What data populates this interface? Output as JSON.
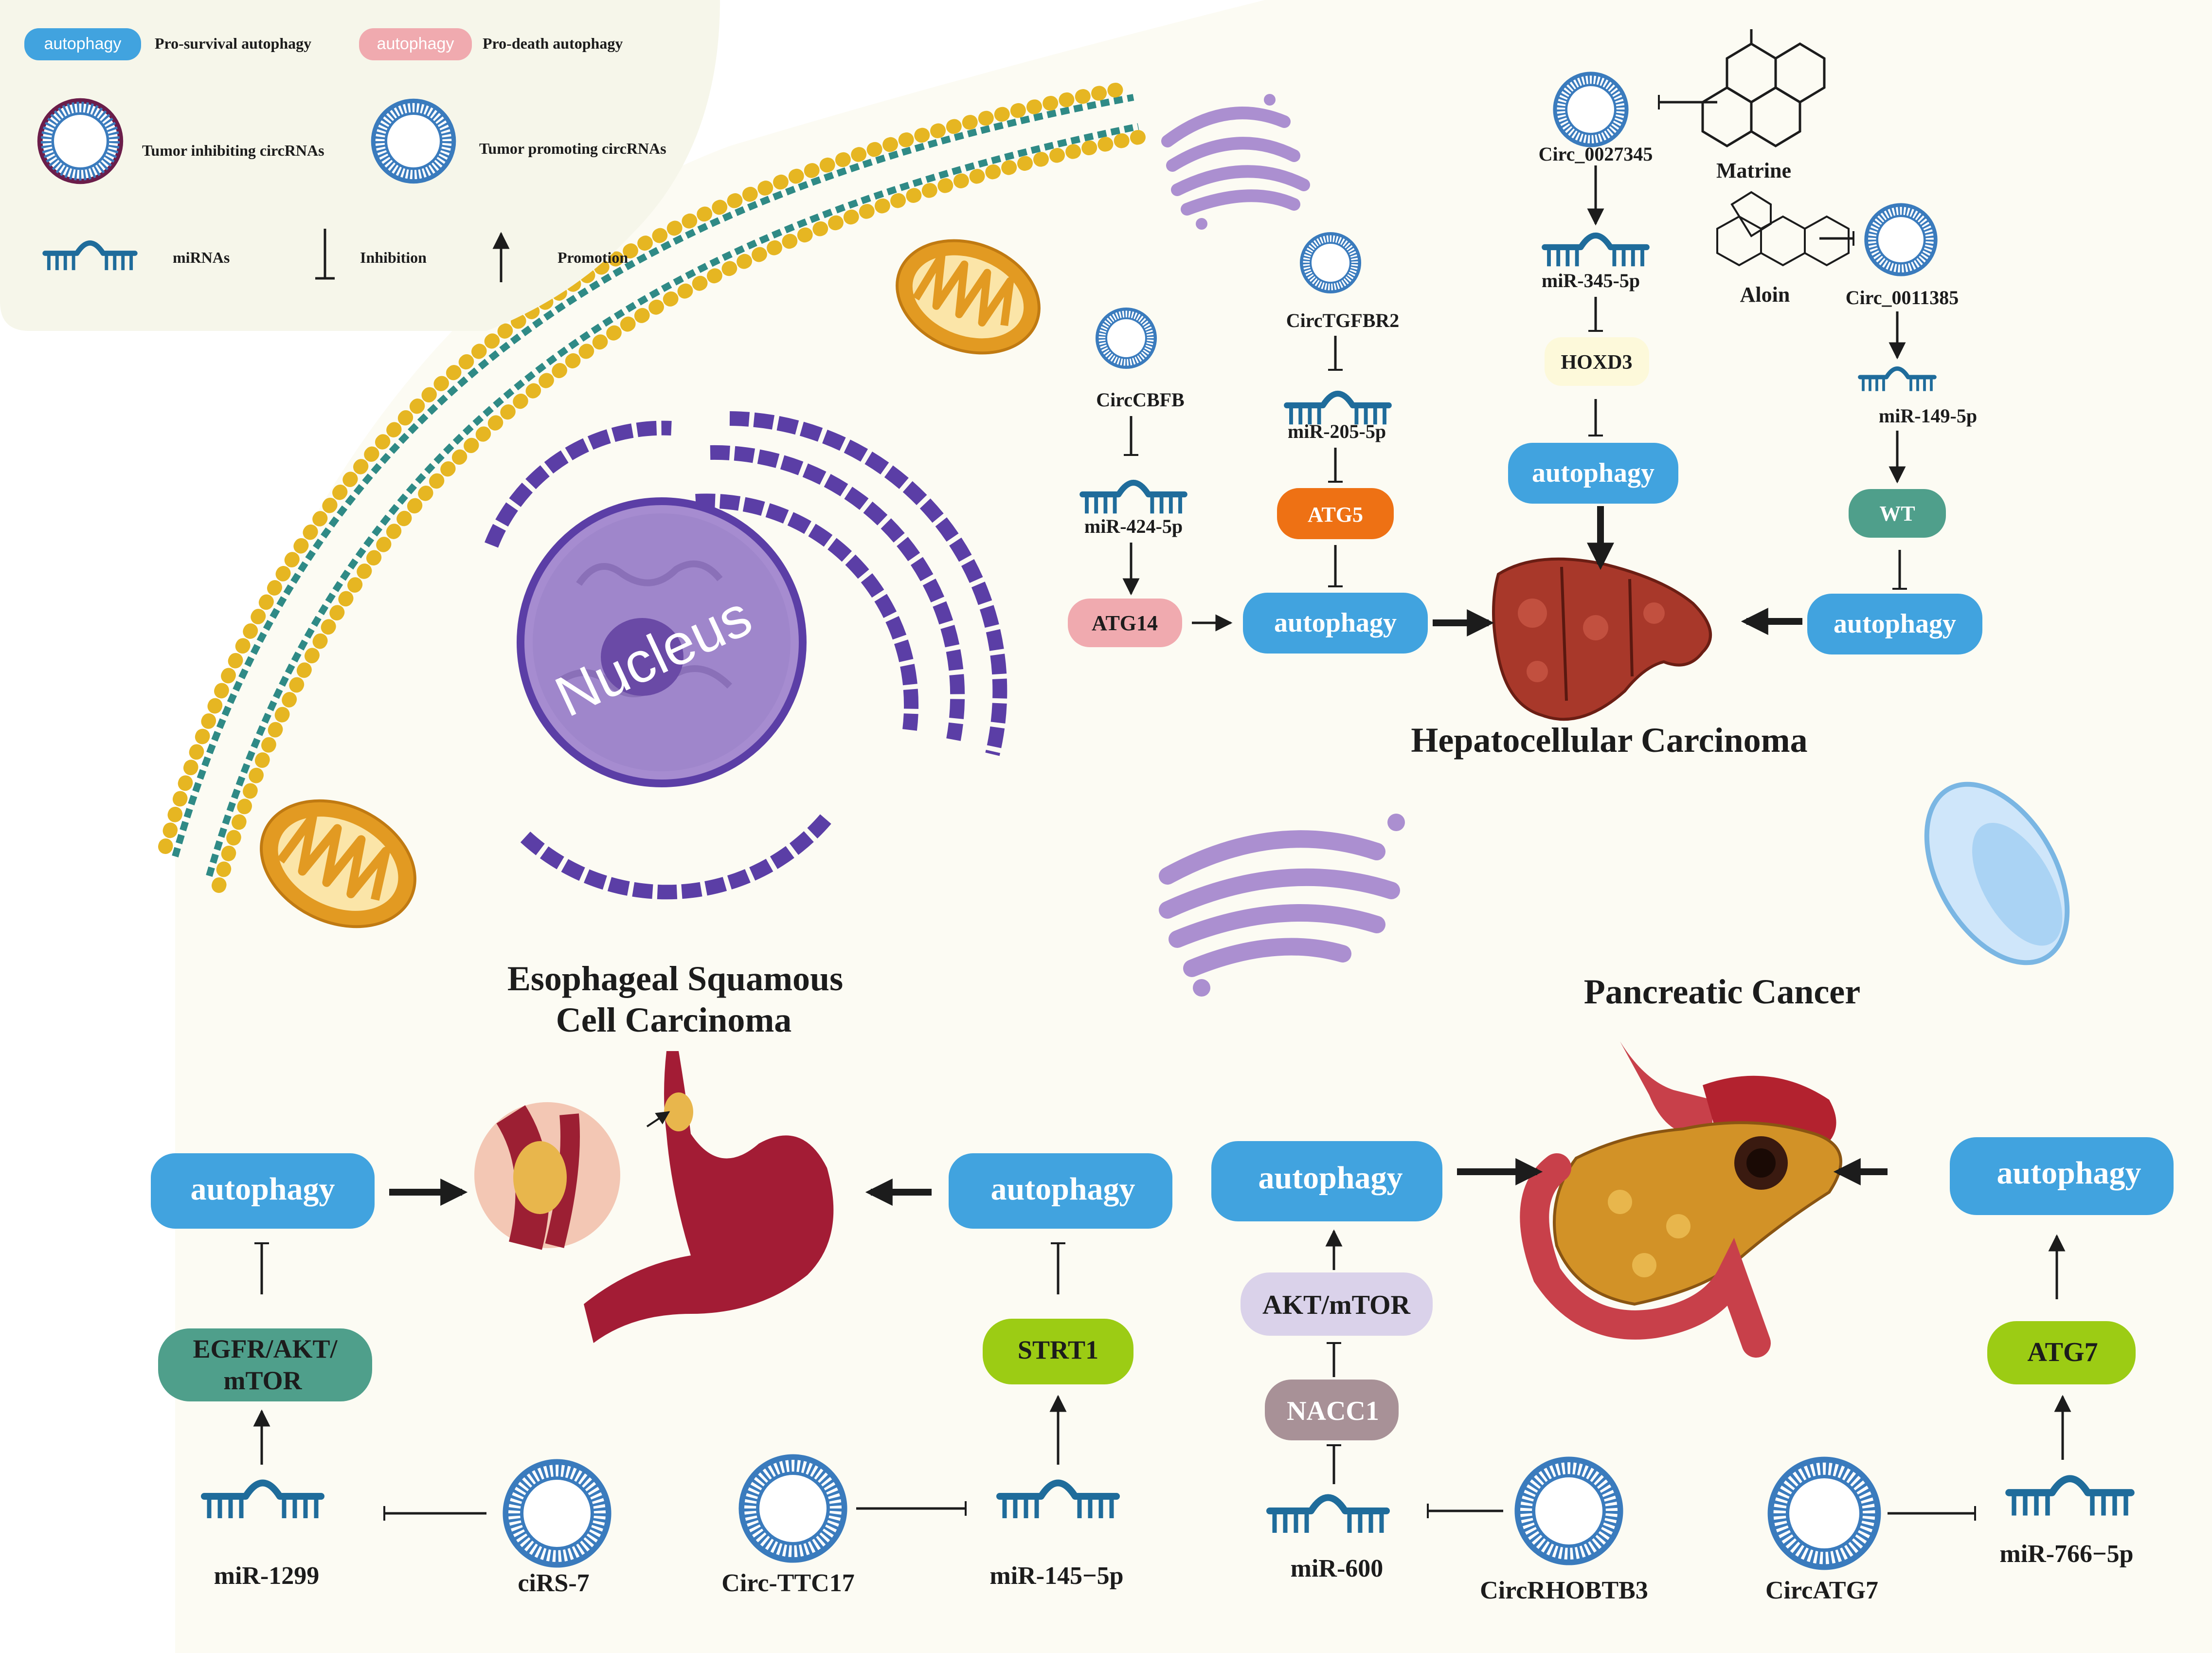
{
  "colors": {
    "background": "#fcfbf3",
    "legend_panel": "#f6f6ea",
    "pro_survival": "#41a3df",
    "pro_death": "#f0aaaf",
    "circ_ring": "#3a7bbd",
    "circ_inhibit_ring": "#6b1d4a",
    "mirna": "#1f6c9b",
    "atg5": "#ee7114",
    "green": "#9ccc14",
    "teal": "#4f9f8b",
    "lavender": "#dad2ea",
    "mauve": "#a89197",
    "hoxd3": "#fdf9da"
  },
  "legend": {
    "pro_survival_badge": "autophagy",
    "pro_survival_label": "Pro-survival autophagy",
    "pro_death_badge": "autophagy",
    "pro_death_label": "Pro-death autophagy",
    "tumor_inhibiting_label": "Tumor inhibiting circRNAs",
    "tumor_promoting_label": "Tumor promoting circRNAs",
    "mirnas_label": "miRNAs",
    "inhibition_label": "Inhibition",
    "promotion_label": "Promotion"
  },
  "nucleus_label": "Nucleus",
  "hcc": {
    "title": "Hepatocellular Carcinoma",
    "circcbfb": "CircCBFB",
    "mir424": "miR-424-5p",
    "atg14": "ATG14",
    "autophagy_left": "autophagy",
    "circtgfbr2": "CircTGFBR2",
    "mir205": "miR-205-5p",
    "atg5": "ATG5",
    "circ0027345": "Circ_0027345",
    "matrine": "Matrine",
    "mir345": "miR-345-5p",
    "hoxd3": "HOXD3",
    "autophagy_top": "autophagy",
    "aloin": "Aloin",
    "circ0011385": "Circ_0011385",
    "mir149": "miR-149-5p",
    "wt": "WT",
    "autophagy_right": "autophagy"
  },
  "escc": {
    "title_line1": "Esophageal Squamous",
    "title_line2": "Cell Carcinoma",
    "autophagy_left": "autophagy",
    "egfr_line1": "EGFR/AKT/",
    "egfr_line2": "mTOR",
    "mir1299": "miR-1299",
    "cirs7": "ciRS-7",
    "autophagy_right": "autophagy",
    "strt1": "STRT1",
    "mir145": "miR-145−5p",
    "circttc17": "Circ-TTC17"
  },
  "pc": {
    "title": "Pancreatic Cancer",
    "autophagy_left": "autophagy",
    "aktmtor": "AKT/mTOR",
    "nacc1": "NACC1",
    "mir600": "miR-600",
    "circrhobtb3": "CircRHOBTB3",
    "autophagy_right": "autophagy",
    "atg7": "ATG7",
    "mir766": "miR-766−5p",
    "circatg7": "CircATG7"
  }
}
